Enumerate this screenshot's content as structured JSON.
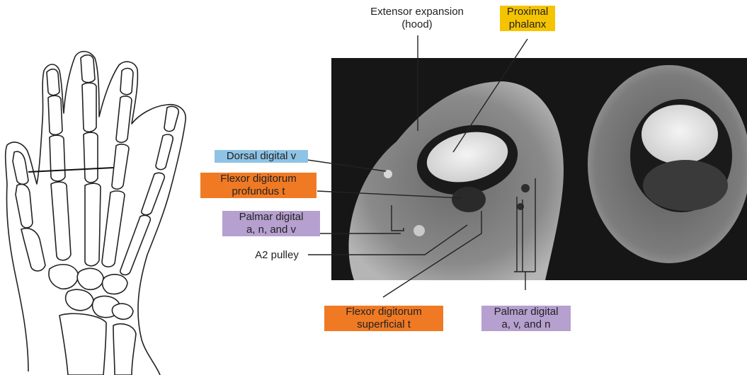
{
  "labels": {
    "extensor_expansion": {
      "line1": "Extensor expansion",
      "line2": "(hood)"
    },
    "proximal_phalanx": {
      "line1": "Proximal",
      "line2": "phalanx",
      "color": "#f5c400"
    },
    "dorsal_digital_v": {
      "line1": "Dorsal digital v",
      "color": "#8ec3e6"
    },
    "flexor_profundus": {
      "line1": "Flexor digitorum",
      "line2": "profundus t",
      "color": "#f07a24"
    },
    "palmar_digital_anv": {
      "line1": "Palmar digital",
      "line2": "a, n, and v",
      "color": "#b6a0cf"
    },
    "a2_pulley": {
      "line1": "A2 pulley"
    },
    "flexor_superficial": {
      "line1": "Flexor digitorum",
      "line2": "superficial t",
      "color": "#f07a24"
    },
    "palmar_digital_avn": {
      "line1": "Palmar digital",
      "line2": "a, v, and n",
      "color": "#b6a0cf"
    }
  },
  "images": {
    "hand_illustration": "hand-skeleton-line-drawing",
    "mri_section": "mri-axial-finger-cross-section"
  }
}
